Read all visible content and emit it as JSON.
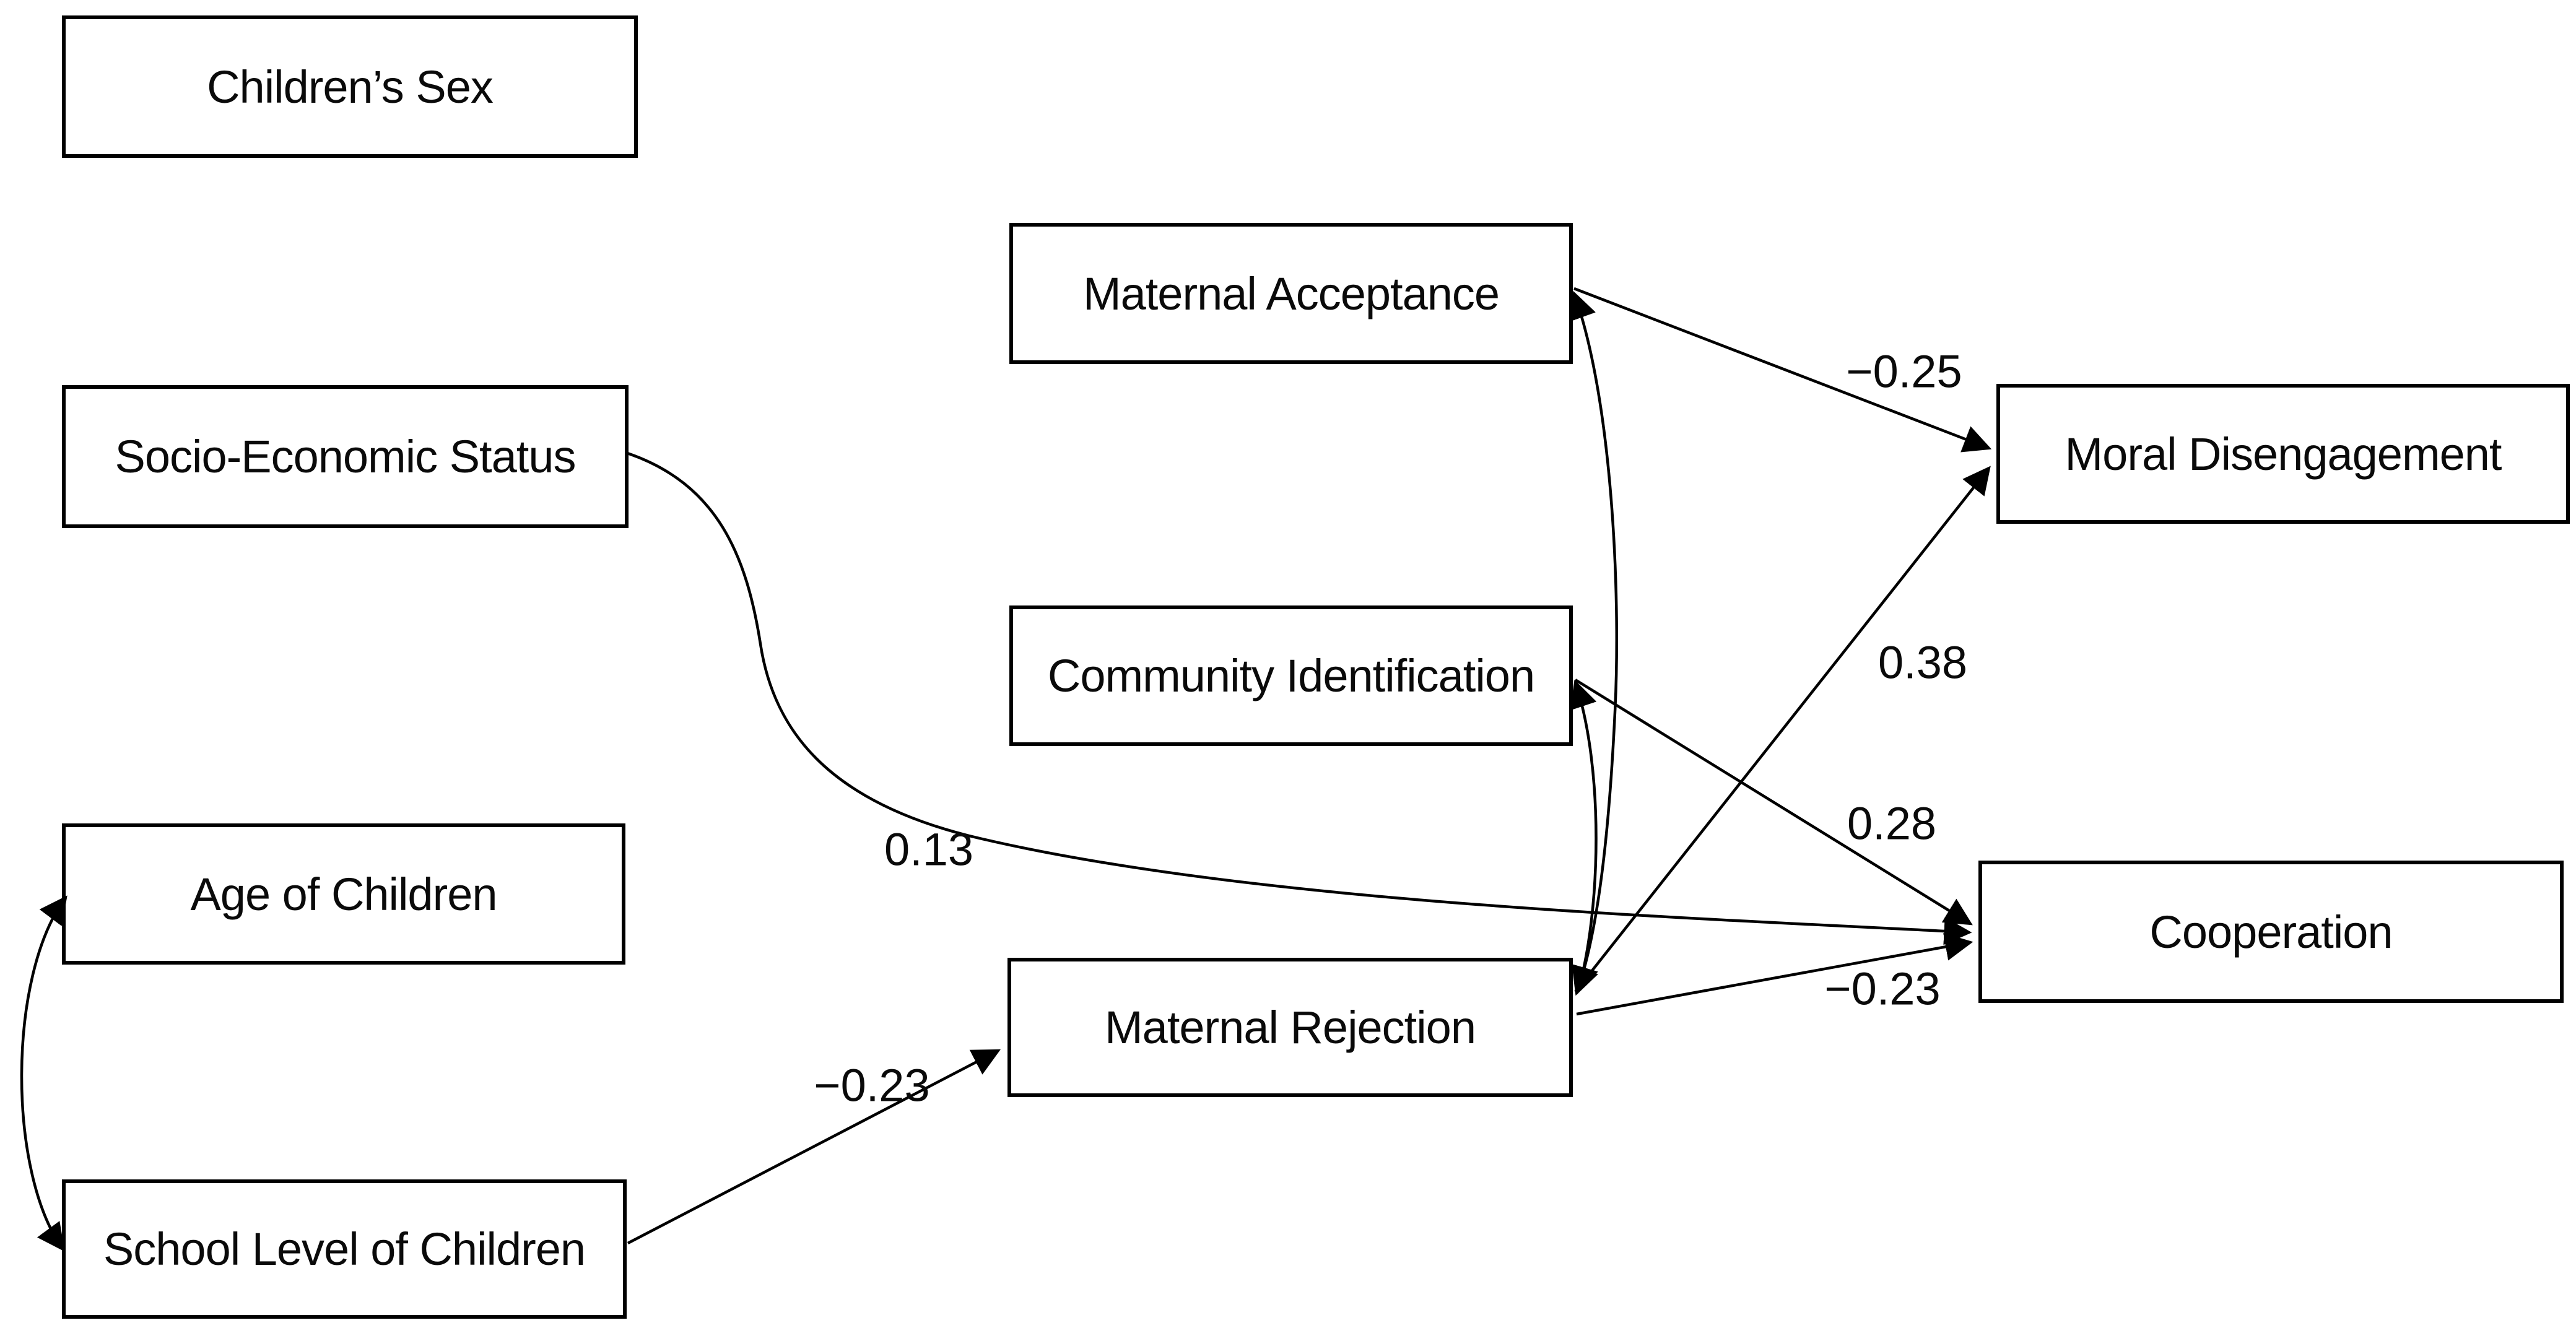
{
  "diagram": {
    "type": "path-model",
    "colors": {
      "background": "#ffffff",
      "box_border": "#000000",
      "line": "#000000",
      "text": "#0a0a0a"
    },
    "nodes": [
      {
        "id": "children-sex",
        "label": "Children’s Sex"
      },
      {
        "id": "socio-economic-status",
        "label": "Socio-Economic Status"
      },
      {
        "id": "age-of-children",
        "label": "Age of Children"
      },
      {
        "id": "school-level-of-children",
        "label": "School Level of Children"
      },
      {
        "id": "maternal-acceptance",
        "label": "Maternal Acceptance"
      },
      {
        "id": "community-identification",
        "label": "Community Identification"
      },
      {
        "id": "maternal-rejection",
        "label": "Maternal Rejection"
      },
      {
        "id": "moral-disengagement",
        "label": "Moral Disengagement"
      },
      {
        "id": "cooperation",
        "label": "Cooperation"
      }
    ],
    "edges": [
      {
        "from": "socio-economic-status",
        "to": "cooperation",
        "coefficient": "0.13",
        "type": "directed"
      },
      {
        "from": "school-level-of-children",
        "to": "maternal-rejection",
        "coefficient": "−0.23",
        "type": "directed"
      },
      {
        "from": "maternal-acceptance",
        "to": "moral-disengagement",
        "coefficient": "−0.25",
        "type": "directed"
      },
      {
        "from": "maternal-rejection",
        "to": "moral-disengagement",
        "coefficient": "0.38",
        "type": "directed"
      },
      {
        "from": "community-identification",
        "to": "cooperation",
        "coefficient": "0.28",
        "type": "directed"
      },
      {
        "from": "maternal-rejection",
        "to": "cooperation",
        "coefficient": "−0.23",
        "type": "directed"
      },
      {
        "from": "age-of-children",
        "to": "school-level-of-children",
        "coefficient": "",
        "type": "bidirectional"
      },
      {
        "from": "maternal-acceptance",
        "to": "maternal-rejection",
        "coefficient": "",
        "type": "bidirectional"
      },
      {
        "from": "community-identification",
        "to": "maternal-rejection",
        "coefficient": "",
        "type": "bidirectional"
      }
    ]
  }
}
